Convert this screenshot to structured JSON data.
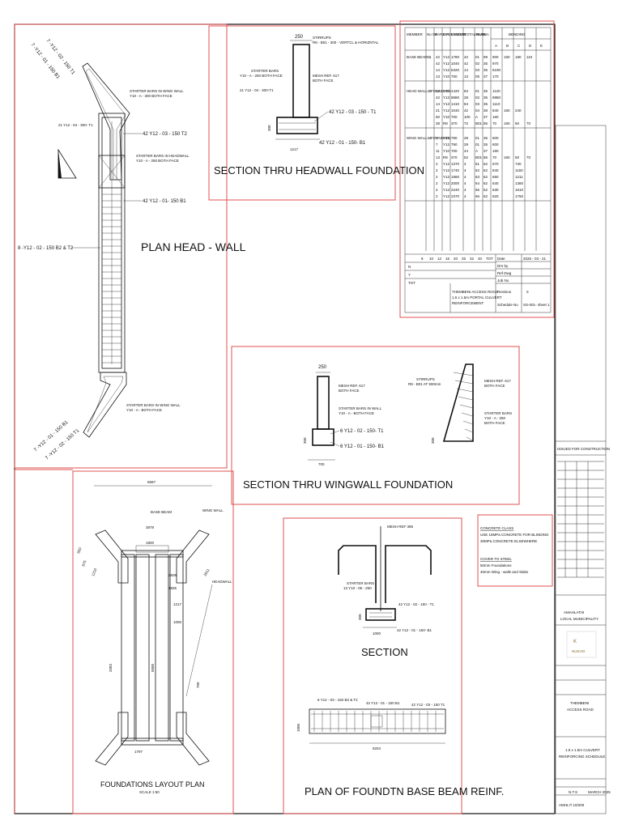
{
  "plan_headwall": {
    "title": "PLAN HEAD - WALL",
    "labels": {
      "wing_top_1": "7 -Y12 - 02 - 150 T1",
      "wing_top_2": "7 -Y12 - 01 - 150 B1",
      "starter_wing_1": "STARTER BARS IN WING WALL",
      "starter_wing_1b": "Y10 - A - 300 BOTH FACE",
      "bar_04": "21 Y12 - 04 - 300- T1",
      "t2": "42 Y12 - 03 - 150 T2",
      "starter_head": "STARTER BARS IN HEADWALL",
      "starter_head_b": "Y10 - A - 250 BOTH FACE",
      "b1": "42 Y12 - 01- 150 B1",
      "left": "8 -Y12 - 02 - 150 B2 & T2",
      "starter_wing_2": "STARTER BARS IN WING WALL",
      "starter_wing_2b": "Y10 - A - BOTH FACE",
      "wing_bot_1": "7 -Y12 - 01 - 150 B1",
      "wing_bot_2": "7 -Y12 - 02 - 150 T1"
    }
  },
  "headwall_section": {
    "title": "SECTION THRU HEADWALL FOUNDATION",
    "dim_top": "250",
    "stirrups": "STIRRUPS",
    "stirrups_b": "R8 - B01 - 300 - VERTCL & HORIZNTAL",
    "starter": "STARTER BARS",
    "starter_b": "Y10 - A - 250 BOTH FACE",
    "bar_04": "21 Y12 - 04 - 300-T1",
    "mesh": "MESH REF. 617",
    "mesh_b": "BOTH FACE",
    "t1": "42 Y12 - 03 - 150 - T1",
    "dim_h": "300",
    "b1": "42 Y12 - 01 - 150- B1",
    "dim_w": "1217"
  },
  "wingwall_section": {
    "title": "SECTION THRU WINGWALL FOUNDATION",
    "dim_top": "250",
    "mesh": "MESH REF. 617",
    "mesh_b": "BOTH FACE",
    "starter": "STARTER BARS IN WALL",
    "starter_b": "Y10 - A - BOTH FACE",
    "t1": "6 Y12 - 02 - 150- T1",
    "b1": "6 Y12 - 01 - 150- B1",
    "dim_h": "300",
    "dim_w": "700",
    "stirrups": "STIRRUPS",
    "stirrups_b": "R8 - B01 AT 500mm",
    "mesh2": "MESH REF. 617",
    "mesh2_b": "BOTH FACE",
    "starter2": "STARTER BARS",
    "starter2_b": "Y10 - A - 250",
    "starter2_c": "BOTH FACE",
    "dim_h2": "300"
  },
  "foundation_layout": {
    "title": "FOUNDATIONS LAYOUT PLAN",
    "scale": "SCALE 1:50",
    "dim_top": "6697",
    "base_beam": "BASE BEAM",
    "wing_wall": "WING WALL",
    "headwall": "HEADWALL",
    "dims": [
      "3878",
      "1800",
      "2608",
      "1835",
      "1217",
      "1000",
      "3383",
      "5000",
      "700",
      "1797",
      "2911",
      "650",
      "675",
      "1210"
    ]
  },
  "base_beam_section": {
    "title": "SECTION",
    "mesh": "MESH REF 395",
    "starter": "STARTER BARS",
    "starter_b": "13 Y10 - 05 - 250",
    "t1": "42 Y12 - 02 - 150 - T1",
    "b1": "42 Y12 - 01 - 150- B1",
    "dim_h": "300",
    "dim_w": "1000"
  },
  "base_beam_plan": {
    "title": "PLAN OF FOUNDTN BASE BEAM REINF.",
    "lbl1": "6 Y12 - 03 - 150 B2 & T2",
    "lbl2": "42 Y12 - 01 - 150 B1",
    "lbl3": "42 Y12 - 03 - 150 T1",
    "dim_h": "1000",
    "dim_w": "6204"
  },
  "notes": {
    "concrete_class": "CONCRETE CLASS",
    "concrete_1": "USE 15MPa CONCRETE FOR BLINDING",
    "concrete_2": "30MPa CONCRETE ELSEWHERE",
    "cover": "COVER TO STEEL",
    "cover_1": "50mm Foundations",
    "cover_2": "40mm Wing - walls and Slabs"
  },
  "schedule": {
    "headers": [
      "MEMBER",
      "No OF",
      "BARS PER MEMB",
      "DIA",
      "LENGTH",
      "TOTAL NUM",
      "MARK",
      "SH.",
      "BENDING"
    ],
    "bend_cols": [
      "A",
      "B",
      "C",
      "D",
      "E"
    ],
    "groups": [
      {
        "name": "BASE BEAMS",
        "no": "1",
        "rows": [
          [
            "42",
            "Y12",
            "1780",
            "42",
            "01",
            "99",
            "900",
            "150",
            "180",
            "110"
          ],
          [
            "42",
            "Y12",
            "1040",
            "42",
            "02",
            "35",
            "970",
            "",
            "",
            ""
          ],
          [
            "14",
            "Y12",
            "6320",
            "14",
            "03",
            "35",
            "6190",
            "",
            "",
            ""
          ],
          [
            "13",
            "Y10",
            "700",
            "13",
            "05",
            "37",
            "170",
            "",
            "",
            ""
          ]
        ]
      },
      {
        "name": "HEAD WALLS FOUNDATN",
        "no": "2",
        "rows": [
          [
            "42",
            "Y12",
            "1420",
            "84",
            "01",
            "35",
            "1120",
            "",
            "",
            ""
          ],
          [
            "42",
            "Y12",
            "8880",
            "28",
            "02",
            "35",
            "8880",
            "",
            "",
            ""
          ],
          [
            "14",
            "Y12",
            "1410",
            "84",
            "03",
            "35",
            "1110",
            "",
            "",
            ""
          ],
          [
            "21",
            "Y12",
            "1040",
            "42",
            "04",
            "38",
            "840",
            "160",
            "240",
            ""
          ],
          [
            "50",
            "Y10",
            "700",
            "100",
            "A",
            "37",
            "160",
            "",
            "",
            ""
          ],
          [
            "38",
            "R8",
            "370",
            "72",
            "B01",
            "85",
            "70",
            "160",
            "50",
            "70"
          ]
        ]
      },
      {
        "name": "WING WALLS FOUNDATN",
        "no": "4",
        "rows": [
          [
            "7",
            "Y12",
            "790",
            "28",
            "01",
            "35",
            "600",
            "",
            "",
            ""
          ],
          [
            "7",
            "Y12",
            "790",
            "28",
            "01",
            "35",
            "600",
            "",
            "",
            ""
          ],
          [
            "11",
            "Y10",
            "700",
            "44",
            "A",
            "37",
            "180",
            "",
            "",
            ""
          ],
          [
            "13",
            "R8",
            "370",
            "52",
            "B01",
            "85",
            "70",
            "160",
            "50",
            "70"
          ],
          [
            "2",
            "Y12",
            "1370",
            "4",
            "61",
            "62",
            "670",
            "",
            "730",
            ""
          ],
          [
            "2",
            "Y12",
            "1740",
            "4",
            "62",
            "62",
            "840",
            "",
            "1150",
            ""
          ],
          [
            "2",
            "Y12",
            "1860",
            "4",
            "63",
            "62",
            "650",
            "",
            "1211",
            ""
          ],
          [
            "2",
            "Y12",
            "2000",
            "4",
            "64",
            "62",
            "640",
            "",
            "1360",
            ""
          ],
          [
            "2",
            "Y12",
            "2240",
            "4",
            "65",
            "62",
            "630",
            "",
            "1610",
            ""
          ],
          [
            "2",
            "Y12",
            "2370",
            "4",
            "66",
            "62",
            "620",
            "",
            "1750",
            ""
          ]
        ]
      }
    ],
    "sizes": [
      "8",
      "10",
      "12",
      "16",
      "20",
      "25",
      "32",
      "40",
      "TOT"
    ],
    "size_rows": [
      "N",
      "Y",
      "TOT"
    ],
    "date_lbl": "Date",
    "date_val": "2025 - 03 - 21",
    "drn_lbl": "Drn by",
    "ref_lbl": "Ref Dwg",
    "job_lbl": "Job No",
    "project_1": "THEMBENI ACCESS ROAD",
    "project_2": "1.5 x 1.5m PORTAL CULVERT",
    "project_3": "REINFORCEMENT",
    "rev_lbl": "Revision",
    "rev_val": "0",
    "sched_lbl": "Schedule No",
    "sched_val": "SS-001- sheet 1"
  },
  "title_block": {
    "status": "ISSUED FOR CONSTRUCTION",
    "client_1": "AMAHLATHI",
    "client_2": "LOCAL MUNICIPALITY",
    "logo_text": "NUKHO",
    "project_1": "THEMBENI",
    "project_2": "ACCESS ROAD",
    "drawing_1": "1.5 x 1.5m CULVERT",
    "drawing_2": "REINFORCING SCHEDULE",
    "scale": "N.T.S",
    "date": "MARCH 2025",
    "drawing_no": "AMHL7/ 10/200"
  }
}
